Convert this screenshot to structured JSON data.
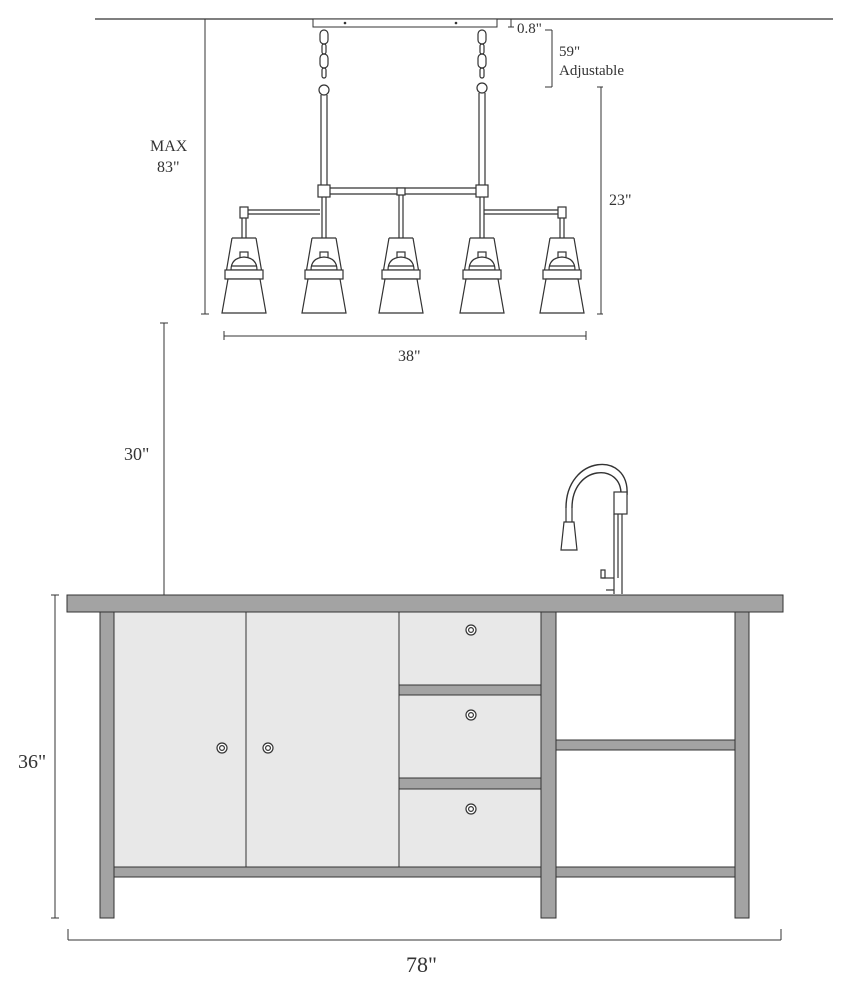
{
  "dimensions": {
    "canopy_height": "0.8\"",
    "chain_adjustable_value": "59\"",
    "chain_adjustable_label": "Adjustable",
    "max_label": "MAX",
    "max_value": "83\"",
    "fixture_height": "23\"",
    "fixture_width": "38\"",
    "clearance": "30\"",
    "island_height": "36\"",
    "island_width": "78\""
  },
  "colors": {
    "line": "#333333",
    "countertop": "#a3a3a3",
    "cabinet_panel": "#e8e8e8"
  }
}
